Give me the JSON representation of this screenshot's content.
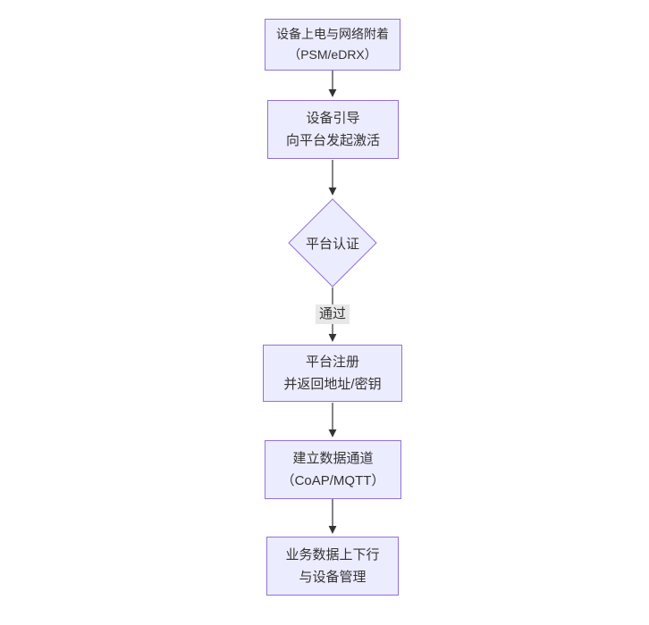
{
  "diagram": {
    "type": "flowchart-top-down",
    "colors": {
      "background": "#ffffff",
      "node_fill": "#ECECFF",
      "node_border": "#9370DB",
      "arrow": "#333333",
      "edge_label_bg": "#e8e8e8",
      "text": "#333333"
    },
    "nodes": [
      {
        "id": "power-attach",
        "shape": "rect",
        "lines": [
          "设备上电与网络附着",
          "（PSM/eDRX）"
        ]
      },
      {
        "id": "bootstrap",
        "shape": "rect",
        "lines": [
          "设备引导",
          "向平台发起激活"
        ]
      },
      {
        "id": "auth",
        "shape": "diamond",
        "lines": [
          "平台认证"
        ]
      },
      {
        "id": "register",
        "shape": "rect",
        "lines": [
          "平台注册",
          "并返回地址/密钥"
        ]
      },
      {
        "id": "channel",
        "shape": "rect",
        "lines": [
          "建立数据通道",
          "（CoAP/MQTT）"
        ]
      },
      {
        "id": "business",
        "shape": "rect",
        "lines": [
          "业务数据上下行",
          "与设备管理"
        ]
      }
    ],
    "edges": [
      {
        "from": "power-attach",
        "to": "bootstrap"
      },
      {
        "from": "bootstrap",
        "to": "auth"
      },
      {
        "from": "auth",
        "to": "register",
        "label": "通过"
      },
      {
        "from": "register",
        "to": "channel"
      },
      {
        "from": "channel",
        "to": "business"
      }
    ]
  }
}
